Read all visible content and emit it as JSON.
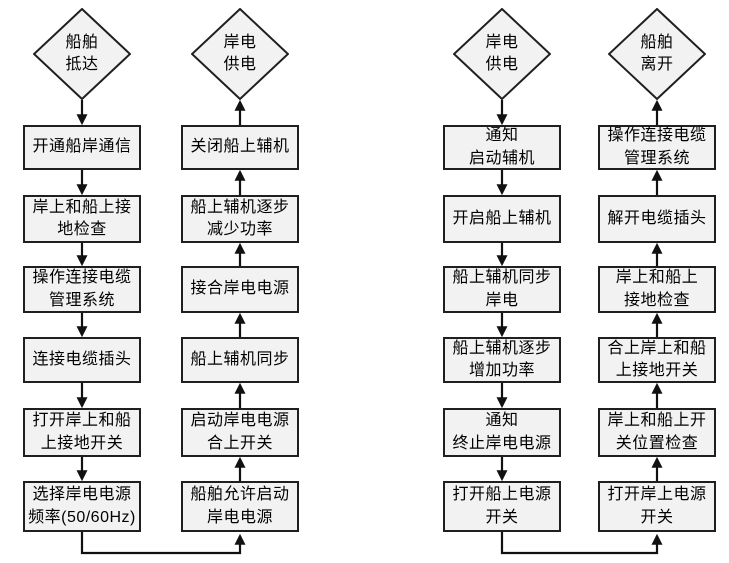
{
  "diagram": {
    "description": "Ship shore-power connection and disconnection procedure flowchart",
    "node_fill": "#f2f2f2",
    "node_border": "#1f1f1f",
    "arrow_color": "#111111",
    "columns": [
      {
        "id": "ship-arrival-sequence",
        "terminal": "船舶\n抵达",
        "flow_direction": "down",
        "steps": [
          "开通船岸通信",
          "岸上和船上接\n地检查",
          "操作连接电缆\n管理系统",
          "连接电缆插头",
          "打开岸上和船\n上接地开关",
          "选择岸电电源\n频率(50/60Hz)"
        ]
      },
      {
        "id": "shore-power-on-sequence",
        "terminal": "岸电\n供电",
        "flow_direction": "up",
        "steps": [
          "关闭船上辅机",
          "船上辅机逐步\n减少功率",
          "接合岸电电源",
          "船上辅机同步",
          "启动岸电电源\n合上开关",
          "船舶允许启动\n岸电电源"
        ]
      },
      {
        "id": "shore-power-off-sequence",
        "terminal": "岸电\n供电",
        "flow_direction": "down",
        "steps": [
          "通知\n启动辅机",
          "开启船上辅机",
          "船上辅机同步\n岸电",
          "船上辅机逐步\n增加功率",
          "通知\n终止岸电电源",
          "打开船上电源\n开关"
        ]
      },
      {
        "id": "ship-departure-sequence",
        "terminal": "船舶\n离开",
        "flow_direction": "up",
        "steps": [
          "操作连接电缆\n管理系统",
          "解开电缆插头",
          "岸上和船上\n接地检查",
          "合上岸上和船\n上接地开关",
          "岸上和船上开\n关位置检查",
          "打开岸上电源\n开关"
        ]
      }
    ]
  }
}
